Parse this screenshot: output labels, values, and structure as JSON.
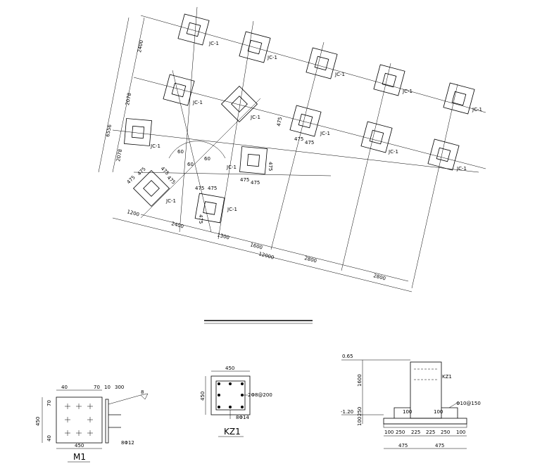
{
  "plan": {
    "footing_label": "JC-1",
    "dim_2400": "2400",
    "dim_2078": "2078",
    "dim_6556": "6556",
    "dim_475": "475",
    "dim_60": "60",
    "dim_1200": "1200",
    "dim_1300": "1300",
    "dim_1600": "1600",
    "dim_12000": "12000",
    "dim_2800": "2800"
  },
  "m1": {
    "title": "M1",
    "dim_40": "40",
    "dim_70": "70",
    "dim_10": "10",
    "dim_300": "300",
    "dim_450": "450",
    "dim_8": "8",
    "bolt_note": "8Φ12"
  },
  "kz1": {
    "title": "KZ1",
    "dim_450": "450",
    "stirrup_note": "2Φ8@200",
    "bar_note": "8Φ14"
  },
  "section": {
    "col_label": "KZ1",
    "elev_top": "0.65",
    "elev_base": "-1.20",
    "dim_1600": "1600",
    "dim_250": "250",
    "dim_100": "100",
    "rebar_note": "Φ10@150",
    "bottom_dims": [
      "100",
      "250",
      "225",
      "225",
      "250",
      "100"
    ],
    "dim_475": "475"
  }
}
